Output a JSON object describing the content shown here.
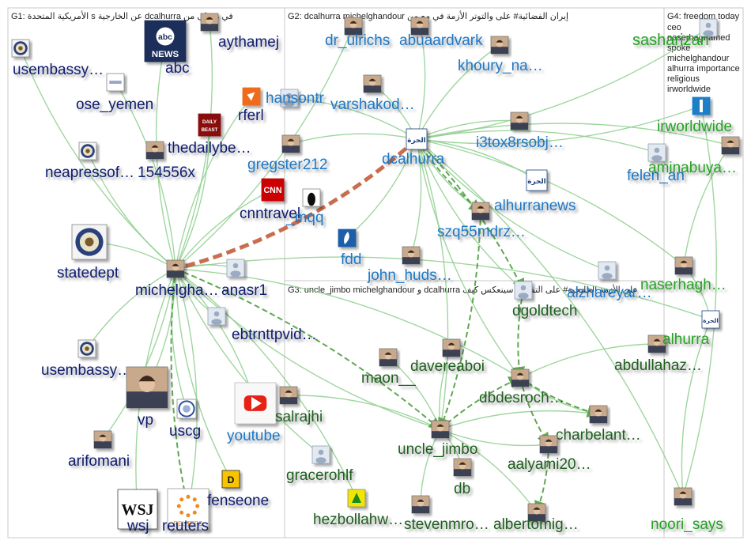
{
  "colors": {
    "g1": "#0b1a6e",
    "g2": "#1a78c8",
    "g3": "#1f5e1f",
    "g4": "#22a322",
    "edge": "#8fcf8f",
    "edge_dark": "#4f9f3f",
    "edge_red": "#c0542f",
    "panel_border": "#c8c8c8"
  },
  "groups": {
    "g1": {
      "header": "G1: الأمريكية المتحدة s عن الخارجية dcalhurra على من s في"
    },
    "g2": {
      "header": "G2: dcalhurra michelghandour إيران الفضائية# على والتوتر الأزمة في مع من"
    },
    "g3": {
      "header": "G3: uncle_jimbo michelghandour و dcalhurra على الأزمة الخليجية# على التقارب سينعكس كيف"
    },
    "g4": {
      "header": "G4: freedom today",
      "words": [
        "ceo",
        "naserhaghamed",
        "spoke",
        "michelghandour",
        "alhurra importance",
        "religious",
        "irworldwide"
      ]
    }
  },
  "nodes": [
    {
      "id": "abc",
      "label": "abc",
      "group": "g1",
      "icon": "abc-news-logo"
    },
    {
      "id": "aythamej",
      "label": "aythamej",
      "group": "g1",
      "icon": "person-photo"
    },
    {
      "id": "usembassy1",
      "label": "usembassy…",
      "group": "g1",
      "icon": "flag-seal"
    },
    {
      "id": "ose_yemen",
      "label": "ose_yemen",
      "group": "g1",
      "icon": "embassy-badge"
    },
    {
      "id": "rferl",
      "label": "rferl",
      "group": "g1",
      "icon": "rferl-logo"
    },
    {
      "id": "thedailybe",
      "label": "thedailybe…",
      "group": "g1",
      "icon": "daily-beast-logo"
    },
    {
      "id": "neapressof",
      "label": "neapressof…",
      "group": "g1",
      "icon": "state-seal"
    },
    {
      "id": "n154556x",
      "label": "154556x",
      "group": "g1",
      "icon": "person-photo"
    },
    {
      "id": "statedept",
      "label": "statedept",
      "group": "g1",
      "icon": "state-seal"
    },
    {
      "id": "michelgha",
      "label": "michelgha…",
      "group": "g1",
      "icon": "person-photo"
    },
    {
      "id": "anasr1",
      "label": "anasr1",
      "group": "g1",
      "icon": "avatar"
    },
    {
      "id": "usembassy2",
      "label": "usembassy…",
      "group": "g1",
      "icon": "state-seal"
    },
    {
      "id": "vp",
      "label": "vp",
      "group": "g1",
      "icon": "person-photo"
    },
    {
      "id": "uscg",
      "label": "uscg",
      "group": "g1",
      "icon": "uscg-seal"
    },
    {
      "id": "arifomani",
      "label": "arifomani",
      "group": "g1",
      "icon": "person-photo"
    },
    {
      "id": "wsj",
      "label": "wsj",
      "group": "g1",
      "icon": "wsj-logo"
    },
    {
      "id": "reuters",
      "label": "reuters",
      "group": "g1",
      "icon": "reuters-logo"
    },
    {
      "id": "fenseone",
      "label": "fenseone",
      "group": "g1",
      "icon": "defenseone-logo"
    },
    {
      "id": "youtube",
      "label": "youtube",
      "group": "g2",
      "icon": "youtube-logo"
    },
    {
      "id": "ebtrnttpvid",
      "label": "ebtrnttpvid…",
      "group": "g1",
      "icon": "avatar"
    },
    {
      "id": "cnntravel",
      "label": "cnntravel",
      "group": "g1",
      "icon": "cnn-logo"
    },
    {
      "id": "dr_ulrichs",
      "label": "dr_ulrichs",
      "group": "g2",
      "icon": "person-photo"
    },
    {
      "id": "abuaardvark",
      "label": "abuaardvark",
      "group": "g2",
      "icon": "person-photo"
    },
    {
      "id": "khoury_na",
      "label": "khoury_na…",
      "group": "g2",
      "icon": "person-photo"
    },
    {
      "id": "hansontr",
      "label": "hansontr",
      "group": "g2",
      "icon": "avatar"
    },
    {
      "id": "varshakod",
      "label": "varshakod…",
      "group": "g2",
      "icon": "person-photo"
    },
    {
      "id": "i3tox8rsobj",
      "label": "i3tox8rsobj…",
      "group": "g2",
      "icon": "person-photo"
    },
    {
      "id": "dcalhurra",
      "label": "dcalhurra",
      "group": "g2",
      "icon": "alhurra-logo"
    },
    {
      "id": "gregster212",
      "label": "gregster212",
      "group": "g2",
      "icon": "person-photo"
    },
    {
      "id": "mqq",
      "label": "_mqq",
      "group": "g2",
      "icon": "silhouette"
    },
    {
      "id": "alhurranews",
      "label": "alhurranews",
      "group": "g2",
      "icon": "alhurra-logo"
    },
    {
      "id": "szq55mdrz",
      "label": "szq55mdrz…",
      "group": "g2",
      "icon": "person-photo"
    },
    {
      "id": "fdd",
      "label": "fdd",
      "group": "g2",
      "icon": "fdd-logo"
    },
    {
      "id": "john_huds",
      "label": "john_huds…",
      "group": "g2",
      "icon": "person-photo"
    },
    {
      "id": "felen",
      "label": "felen_an",
      "group": "g2",
      "icon": "avatar"
    },
    {
      "id": "alzhareyar",
      "label": "alzhareyar…",
      "group": "g2",
      "icon": "avatar"
    },
    {
      "id": "dgoldtech",
      "label": "dgoldtech",
      "group": "g3",
      "icon": "avatar"
    },
    {
      "id": "davereaboi",
      "label": "davereaboi",
      "group": "g3",
      "icon": "person-photo"
    },
    {
      "id": "maon",
      "label": "maon__",
      "group": "g3",
      "icon": "person-photo"
    },
    {
      "id": "dbdesroch",
      "label": "dbdesroch…",
      "group": "g3",
      "icon": "person-photo"
    },
    {
      "id": "salrajhi",
      "label": "salrajhi",
      "group": "g3",
      "icon": "person-photo"
    },
    {
      "id": "uncle_jimbo",
      "label": "uncle_jimbo",
      "group": "g3",
      "icon": "person-photo"
    },
    {
      "id": "charbelant",
      "label": "charbelant…",
      "group": "g3",
      "icon": "person-photo"
    },
    {
      "id": "gracerohlf",
      "label": "gracerohlf",
      "group": "g3",
      "icon": "avatar"
    },
    {
      "id": "aalyami20",
      "label": "aalyami20…",
      "group": "g3",
      "icon": "person-photo"
    },
    {
      "id": "db",
      "label": "db",
      "group": "g3",
      "icon": "person-photo"
    },
    {
      "id": "hezbollahw",
      "label": "hezbollahw…",
      "group": "g3",
      "icon": "hezbollah-flag"
    },
    {
      "id": "stevenmro",
      "label": "stevenmro…",
      "group": "g3",
      "icon": "person-photo"
    },
    {
      "id": "albertomig",
      "label": "albertomig…",
      "group": "g3",
      "icon": "person-photo"
    },
    {
      "id": "abdullahaz",
      "label": "abdullahaz…",
      "group": "g3",
      "icon": "person-photo"
    },
    {
      "id": "sasharizan",
      "label": "sasharizan",
      "group": "g4",
      "icon": "avatar"
    },
    {
      "id": "irworldwide",
      "label": "irworldwide",
      "group": "g4",
      "icon": "irworldwide-logo"
    },
    {
      "id": "aminabuya",
      "label": "aminabuya…",
      "group": "g4",
      "icon": "person-photo"
    },
    {
      "id": "naserhagh",
      "label": "naserhagh…",
      "group": "g4",
      "icon": "person-photo"
    },
    {
      "id": "alhurra",
      "label": "alhurra",
      "group": "g4",
      "icon": "alhurra-logo"
    },
    {
      "id": "noori_says",
      "label": "noori_says",
      "group": "g4",
      "icon": "person-photo"
    }
  ],
  "edges": [
    [
      "michelgha",
      "abc"
    ],
    [
      "michelgha",
      "aythamej"
    ],
    [
      "michelgha",
      "usembassy1"
    ],
    [
      "michelgha",
      "ose_yemen"
    ],
    [
      "michelgha",
      "rferl"
    ],
    [
      "michelgha",
      "thedailybe"
    ],
    [
      "michelgha",
      "neapressof"
    ],
    [
      "michelgha",
      "statedept"
    ],
    [
      "michelgha",
      "anasr1"
    ],
    [
      "michelgha",
      "usembassy2"
    ],
    [
      "michelgha",
      "vp"
    ],
    [
      "michelgha",
      "uscg"
    ],
    [
      "michelgha",
      "arifomani"
    ],
    [
      "michelgha",
      "wsj"
    ],
    [
      "michelgha",
      "reuters"
    ],
    [
      "michelgha",
      "fenseone"
    ],
    [
      "michelgha",
      "youtube"
    ],
    [
      "michelgha",
      "ebtrnttpvid"
    ],
    [
      "michelgha",
      "cnntravel"
    ],
    [
      "michelgha",
      "uncle_jimbo"
    ],
    [
      "michelgha",
      "dbdesroch"
    ],
    [
      "michelgha",
      "gracerohlf"
    ],
    [
      "michelgha",
      "hezbollahw"
    ],
    [
      "michelgha",
      "dr_ulrichs"
    ],
    [
      "michelgha",
      "alhurra"
    ],
    [
      "dcalhurra",
      "abuaardvark"
    ],
    [
      "dcalhurra",
      "khoury_na"
    ],
    [
      "dcalhurra",
      "varshakod"
    ],
    [
      "dcalhurra",
      "i3tox8rsobj"
    ],
    [
      "dcalhurra",
      "gregster212"
    ],
    [
      "dcalhurra",
      "alhurranews"
    ],
    [
      "dcalhurra",
      "szq55mdrz"
    ],
    [
      "dcalhurra",
      "john_huds"
    ],
    [
      "dcalhurra",
      "dgoldtech"
    ],
    [
      "dcalhurra",
      "uncle_jimbo"
    ],
    [
      "dcalhurra",
      "dbdesroch"
    ],
    [
      "dcalhurra",
      "aminabuya"
    ],
    [
      "dcalhurra",
      "irworldwide"
    ],
    [
      "dcalhurra",
      "naserhagh"
    ],
    [
      "dcalhurra",
      "sasharizan"
    ],
    [
      "dcalhurra",
      "felen"
    ],
    [
      "dcalhurra",
      "alzhareyar"
    ],
    [
      "dcalhurra",
      "fdd"
    ],
    [
      "dcalhurra",
      "hansontr"
    ],
    [
      "uncle_jimbo",
      "davereaboi"
    ],
    [
      "uncle_jimbo",
      "maon"
    ],
    [
      "uncle_jimbo",
      "charbelant"
    ],
    [
      "uncle_jimbo",
      "aalyami20"
    ],
    [
      "uncle_jimbo",
      "db"
    ],
    [
      "uncle_jimbo",
      "stevenmro"
    ],
    [
      "uncle_jimbo",
      "albertomig"
    ],
    [
      "uncle_jimbo",
      "salrajhi"
    ],
    [
      "dbdesroch",
      "abdullahaz"
    ],
    [
      "dbdesroch",
      "charbelant"
    ],
    [
      "naserhagh",
      "alhurra"
    ],
    [
      "alhurra",
      "noori_says"
    ],
    [
      "irworldwide",
      "noori_says"
    ],
    [
      "aminabuya",
      "naserhagh"
    ],
    [
      "dcalhurra",
      "noori_says"
    ]
  ],
  "strong_edges": [
    [
      "dcalhurra",
      "michelgha"
    ]
  ],
  "dark_edges": [
    [
      "dcalhurra",
      "dgoldtech"
    ],
    [
      "dcalhurra",
      "szq55mdrz"
    ],
    [
      "szq55mdrz",
      "uncle_jimbo"
    ],
    [
      "dgoldtech",
      "dbdesroch"
    ],
    [
      "uncle_jimbo",
      "dbdesroch"
    ],
    [
      "dbdesroch",
      "aalyami20"
    ],
    [
      "michelgha",
      "uncle_jimbo"
    ],
    [
      "michelgha",
      "reuters"
    ],
    [
      "aalyami20",
      "albertomig"
    ],
    [
      "dbdesroch",
      "charbelant"
    ]
  ]
}
